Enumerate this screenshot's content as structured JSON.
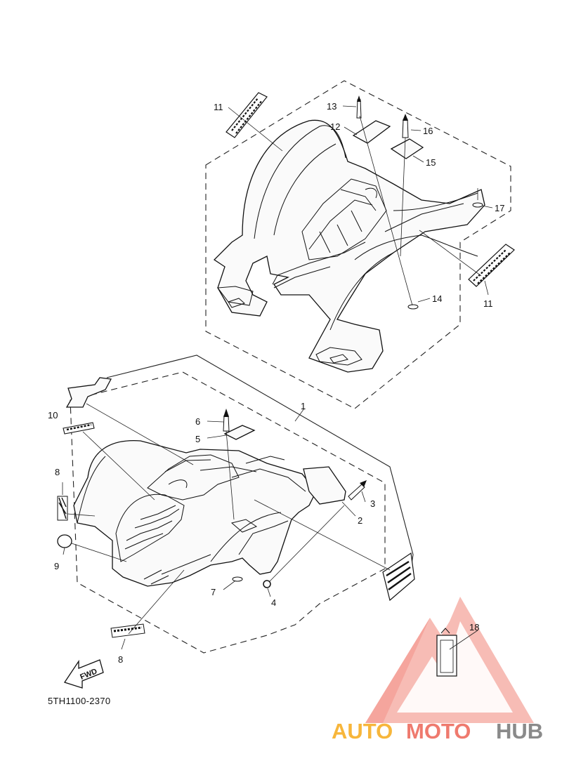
{
  "diagram_code": "5TH1100-2370",
  "fwd_label": "FWD",
  "watermark": {
    "part1": "AUTO",
    "part2": "MOTO",
    "part3": "HUB",
    "color_triangle": "#f4a29a",
    "color_auto": "#f7b63b",
    "color_moto": "#ef7a6e",
    "color_hub": "#8a8a8a"
  },
  "callouts": {
    "c1": "1",
    "c2": "2",
    "c3": "3",
    "c4": "4",
    "c5": "5",
    "c6": "6",
    "c7": "7",
    "c8a": "8",
    "c8b": "8",
    "c9": "9",
    "c10": "10",
    "c11a": "11",
    "c11b": "11",
    "c12": "12",
    "c13": "13",
    "c14": "14",
    "c15": "15",
    "c16": "16",
    "c17": "17",
    "c18": "18"
  }
}
